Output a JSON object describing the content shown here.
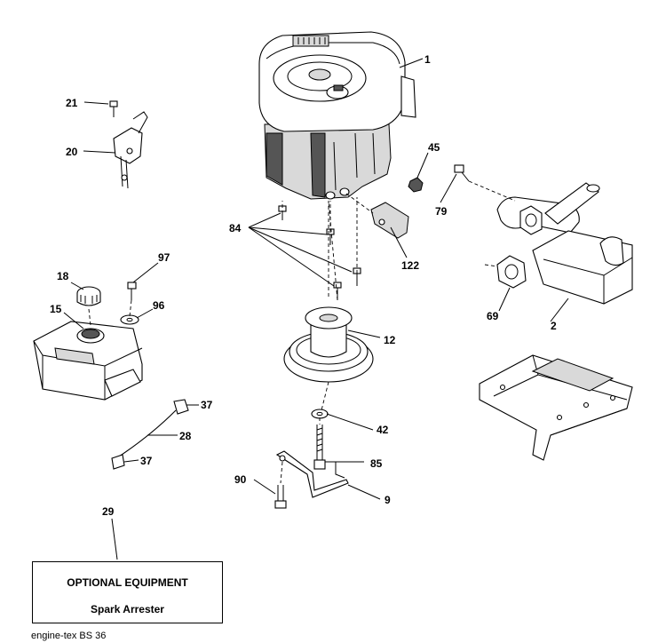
{
  "callouts": [
    {
      "id": "1",
      "label": "1"
    },
    {
      "id": "21",
      "label": "21"
    },
    {
      "id": "20",
      "label": "20"
    },
    {
      "id": "45",
      "label": "45"
    },
    {
      "id": "79",
      "label": "79"
    },
    {
      "id": "84",
      "label": "84"
    },
    {
      "id": "122",
      "label": "122"
    },
    {
      "id": "97",
      "label": "97"
    },
    {
      "id": "18",
      "label": "18"
    },
    {
      "id": "96",
      "label": "96"
    },
    {
      "id": "15",
      "label": "15"
    },
    {
      "id": "12",
      "label": "12"
    },
    {
      "id": "69",
      "label": "69"
    },
    {
      "id": "2",
      "label": "2"
    },
    {
      "id": "37a",
      "label": "37"
    },
    {
      "id": "42",
      "label": "42"
    },
    {
      "id": "28",
      "label": "28"
    },
    {
      "id": "37b",
      "label": "37"
    },
    {
      "id": "85",
      "label": "85"
    },
    {
      "id": "90",
      "label": "90"
    },
    {
      "id": "9",
      "label": "9"
    },
    {
      "id": "29",
      "label": "29"
    }
  ],
  "optional_equipment": {
    "title": "OPTIONAL EQUIPMENT",
    "item": "Spark Arrester"
  },
  "footer": {
    "text": "engine-tex  BS  36"
  }
}
